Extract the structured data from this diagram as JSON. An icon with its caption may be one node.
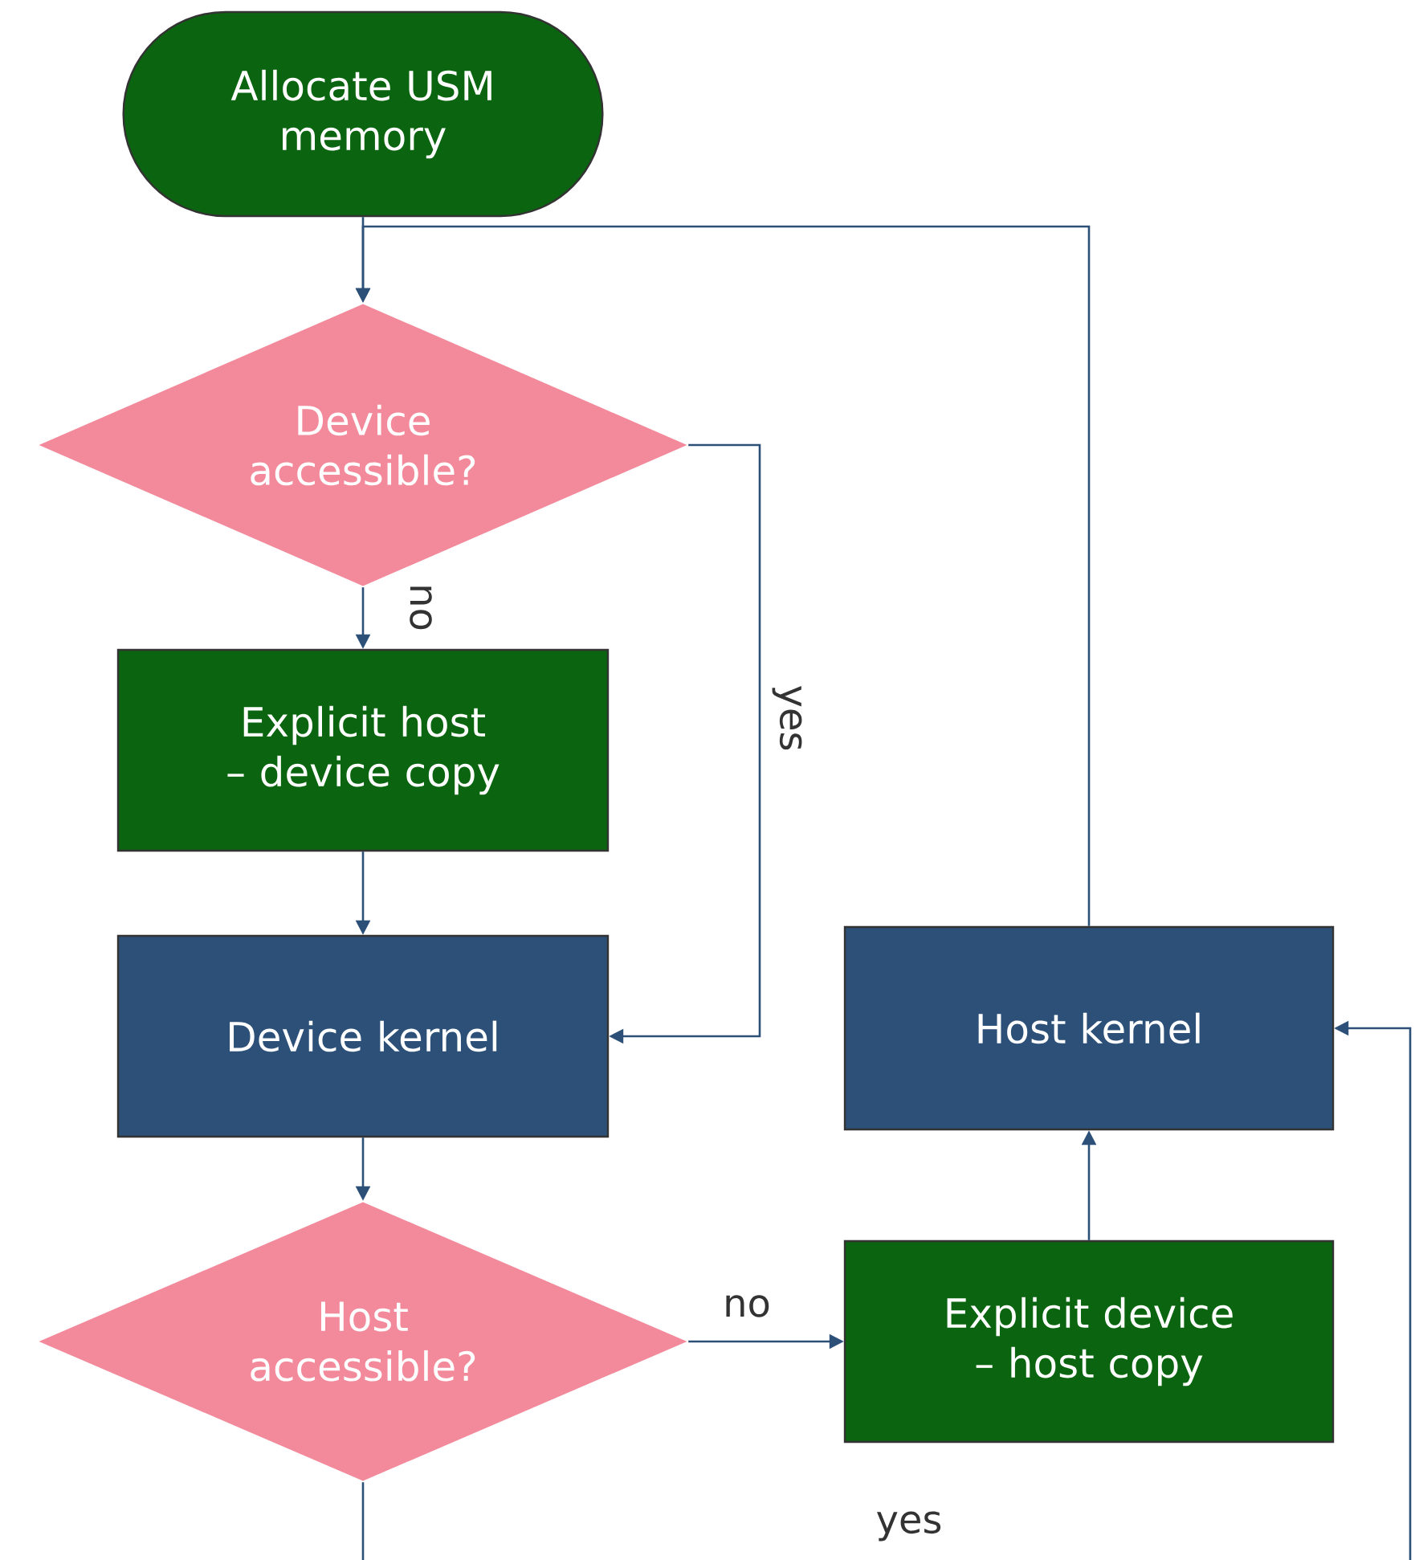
{
  "diagram": {
    "nodes": [
      {
        "text": [
          "Allocate USM memory"
        ]
      },
      {
        "text": [
          "Device accessible?"
        ]
      },
      {
        "text": [
          "Explicit host – device copy"
        ]
      },
      {
        "text": [
          "Device kernel"
        ]
      },
      {
        "text": [
          "Host accessible?"
        ]
      },
      {
        "text": [
          "Explicit device – host copy"
        ]
      },
      {
        "text": [
          "Host kernel"
        ]
      }
    ],
    "edges": [
      {
        "from": 0,
        "to": 1,
        "arrow": "to"
      },
      {
        "from": 1,
        "to": 2,
        "arrow": "to",
        "label": "no"
      },
      {
        "from": 1,
        "to": 3,
        "arrow": "to",
        "label": "yes"
      },
      {
        "from": 2,
        "to": 3,
        "arrow": "to"
      },
      {
        "from": 3,
        "to": 4,
        "arrow": "to"
      },
      {
        "from": 4,
        "to": 5,
        "arrow": "to",
        "label": "no"
      },
      {
        "from": 5,
        "to": 6,
        "arrow": "to"
      },
      {
        "from": 6,
        "to": 1,
        "arrow": "to"
      },
      {
        "from": 4,
        "to": 6,
        "arrow": "to",
        "label": "yes"
      }
    ]
  }
}
